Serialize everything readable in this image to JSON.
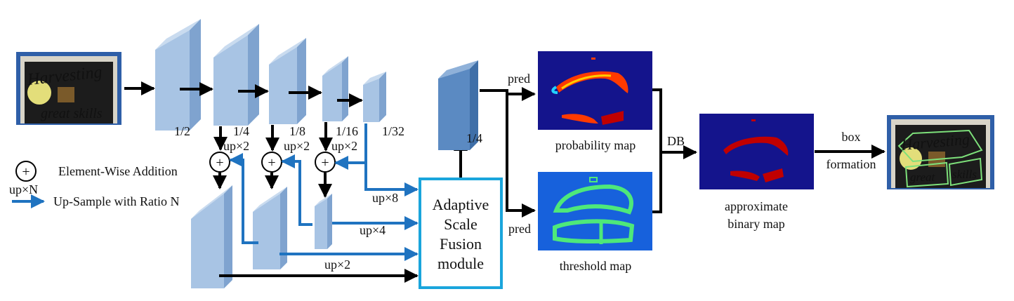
{
  "legend": {
    "addition_symbol": "+",
    "addition_label": "Element-Wise Addition",
    "upsample_symbol": "up×N",
    "upsample_label": "Up-Sample with Ratio N"
  },
  "backbone": {
    "scales": [
      "1/2",
      "1/4",
      "1/8",
      "1/16",
      "1/32"
    ]
  },
  "fpn": {
    "up_labels": [
      "up×2",
      "up×2",
      "up×2"
    ]
  },
  "fusion_inputs": {
    "up8": "up×8",
    "up4": "up×4",
    "up2": "up×2"
  },
  "asf_module": {
    "lines": [
      "Adaptive",
      "Scale",
      "Fusion",
      "module"
    ]
  },
  "feature": {
    "scale": "1/4"
  },
  "heads": {
    "pred_top": "pred",
    "pred_bottom": "pred",
    "probability_map": "probability map",
    "threshold_map": "threshold map",
    "db": "DB",
    "approx_line1": "approximate",
    "approx_line2": "binary map",
    "box_line1": "box",
    "box_line2": "formation"
  },
  "image_text": {
    "input_top": "Harvesting",
    "input_bottom": "great skills",
    "output_top": "Harvesting",
    "output_bottom_1": "great",
    "output_bottom_2": "skills"
  },
  "colors": {
    "block_front": "#a8c4e4",
    "block_top": "#c9dbef",
    "block_side": "#7fa3cf",
    "feature_front": "#5b8ac2",
    "upsample_arrow": "#1f73c0",
    "asf_border": "#1aa5dc",
    "map_bg": "#14148c"
  }
}
